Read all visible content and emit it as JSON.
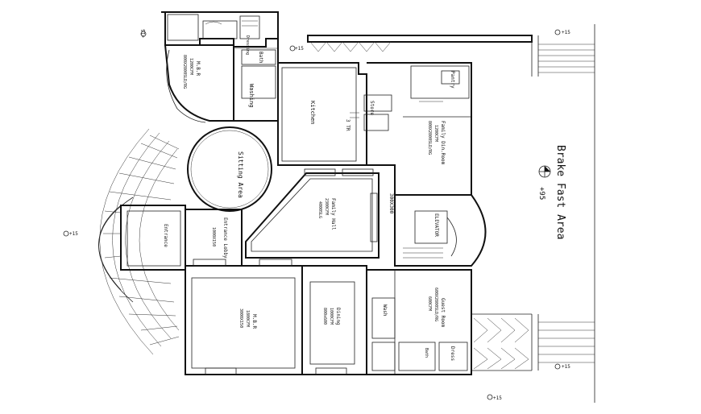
{
  "labels": {
    "level_top_left": "+15",
    "level_top_mid": "+15",
    "level_top_right": "+15",
    "level_left": "+15",
    "level_bottom": "+15",
    "level_bottom_right": "+15",
    "level_breakfast": "+95",
    "breakfast_area": "Brake Fast Area",
    "mbr_top": "M.B.R",
    "mbr_top_dims": "1200CFM",
    "mbr_top_grille": "800X2800SLD/RG",
    "bath_top": "Bath",
    "washing": "Washing",
    "dressing_top": "Dressing",
    "sitting_area": "Sitting Area",
    "kitchen": "Kitchen",
    "store": "Store",
    "kitchen_tr": "3 TR",
    "family_dining": "Family Din.Room",
    "family_dining_cfm": "1200CFM",
    "family_dining_grille": "800X2800SLD/RG",
    "pantry": "Pantry",
    "family_hall": "Family Hall",
    "family_hall_cfm": "2300CFM",
    "family_hall_grille": "4000SLG",
    "entrance_lobby": "Entrance Lobby",
    "entrance_lobby_size": "1000X150",
    "entrance": "Entrance",
    "elevator": "ELEVATOR",
    "duct_300": "300X300",
    "mbr_bottom": "M.B.R",
    "mbr_bottom_cfm": "1800CFM",
    "mbr_bottom_size": "3000X150",
    "dining": "Dining",
    "dining_cfm": "1000CFM",
    "dining_size": "800x600",
    "guest_room": "Guest Room",
    "guest_room_grille": "600X2800SLD/RG",
    "guest_room_cfm": "600CFM",
    "wash": "Wash",
    "dress": "Dress",
    "bath_bottom": "Bath"
  }
}
